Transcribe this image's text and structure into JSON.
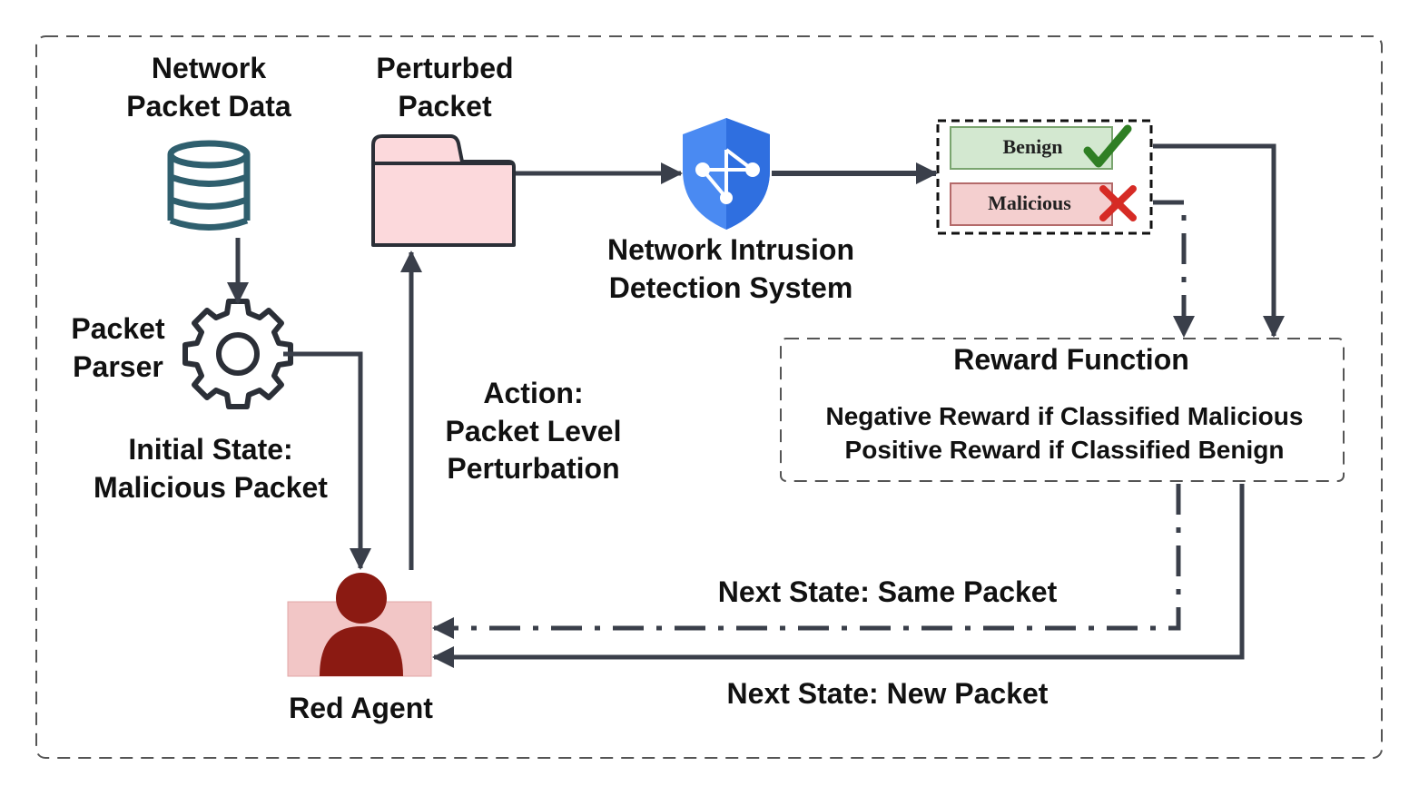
{
  "nodes": {
    "data_source": {
      "lines": [
        "Network",
        "Packet Data"
      ]
    },
    "perturbed": {
      "lines": [
        "Perturbed",
        "Packet"
      ]
    },
    "nids": {
      "lines": [
        "Network Intrusion",
        "Detection System"
      ]
    },
    "parser": {
      "lines": [
        "Packet",
        "Parser"
      ]
    },
    "initial_state": {
      "lines": [
        "Initial State:",
        "Malicious Packet"
      ]
    },
    "action": {
      "lines": [
        "Action:",
        "Packet Level",
        "Perturbation"
      ]
    },
    "agent": {
      "label": "Red Agent"
    },
    "reward": {
      "title": "Reward Function",
      "lines": [
        "Negative Reward if Classified Malicious",
        "Positive Reward if Classified Benign"
      ]
    }
  },
  "classification": {
    "benign": "Benign",
    "malicious": "Malicious"
  },
  "edges": {
    "same_packet": "Next State: Same Packet",
    "new_packet": "Next State: New Packet"
  },
  "colors": {
    "line": "#3a3f4a",
    "folder_fill": "#fcd9dc",
    "shield": "#3b82f6",
    "benign_fill": "#d3e8d0",
    "malicious_fill": "#f4cfcf",
    "check": "#3c9a2e",
    "cross": "#d62b25",
    "agent": "#8b1a12",
    "agent_bg": "#f2c6c6",
    "database": "#2f5f6e"
  }
}
